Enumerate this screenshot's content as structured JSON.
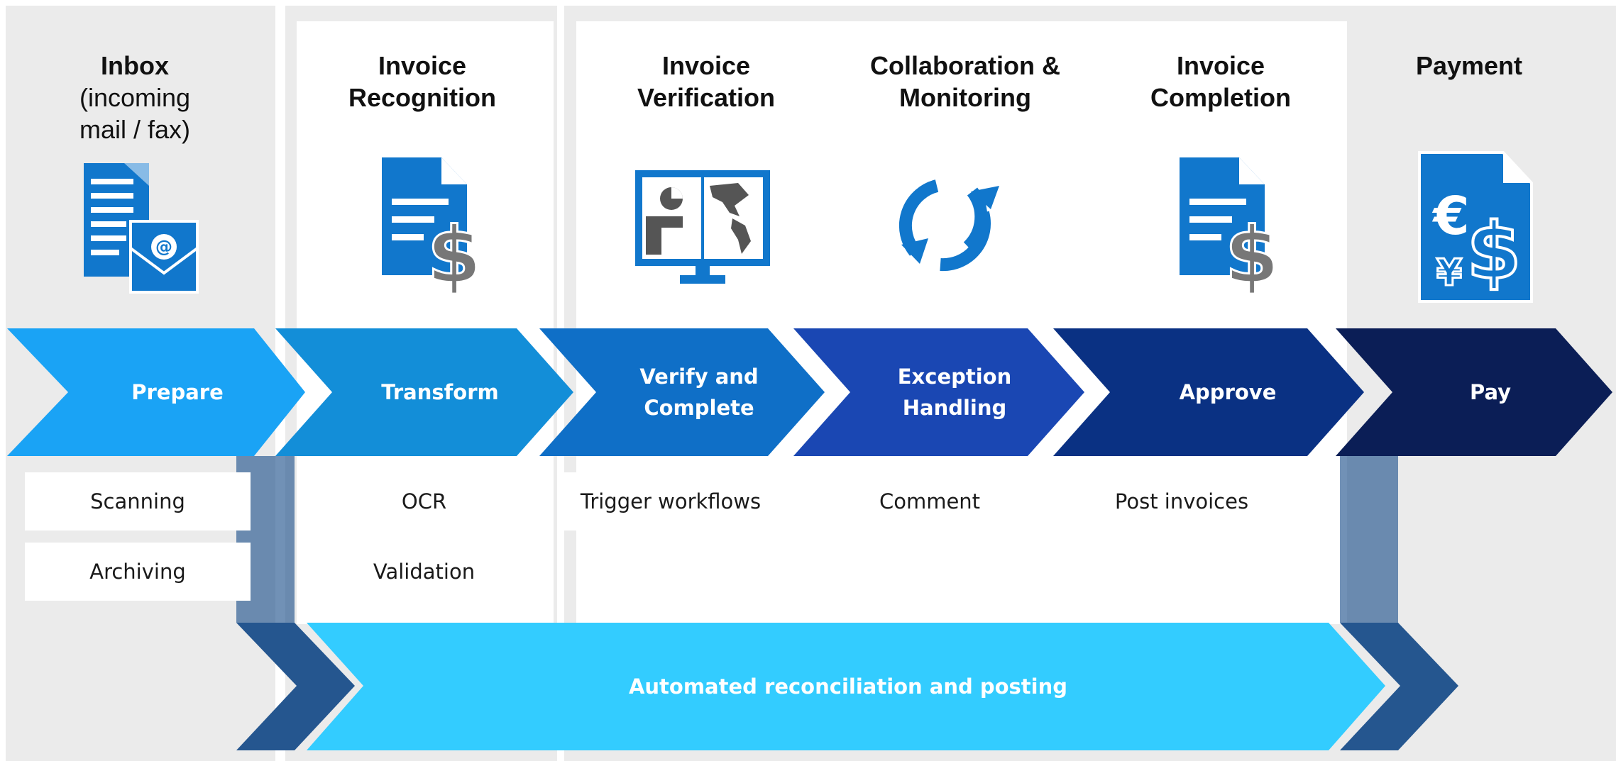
{
  "phases": [
    {
      "title": "Inbox",
      "subtitle": "(incoming mail / fax)",
      "icon": "mail-documents-icon"
    },
    {
      "title": "Invoice Recognition",
      "icon": "invoice-dollar-icon"
    },
    {
      "title": "Invoice Verification",
      "icon": "monitor-chart-map-icon"
    },
    {
      "title": "Collaboration & Monitoring",
      "icon": "refresh-cycle-icon"
    },
    {
      "title": "Invoice Completion",
      "icon": "invoice-dollar-icon"
    },
    {
      "title": "Payment",
      "icon": "currency-document-icon"
    }
  ],
  "steps": [
    {
      "label": "Prepare",
      "color": "#1aa3f5"
    },
    {
      "label": "Transform",
      "color": "#138ed8"
    },
    {
      "label": "Verify and Complete",
      "color": "#0f6fc7"
    },
    {
      "label": "Exception Handling",
      "color": "#1a47b3"
    },
    {
      "label": "Approve",
      "color": "#0a3183"
    },
    {
      "label": "Pay",
      "color": "#0b1e56"
    }
  ],
  "tasks": {
    "prepare": [
      "Scanning",
      "Archiving"
    ],
    "transform": [
      "OCR",
      "Validation"
    ],
    "verify": [
      "Trigger workflows"
    ],
    "exception": [
      "Comment"
    ],
    "approve": [
      "Post invoices"
    ]
  },
  "banner": {
    "label": "Automated reconciliation and posting",
    "color": "#33ccff",
    "connector_color": "#25568f"
  }
}
